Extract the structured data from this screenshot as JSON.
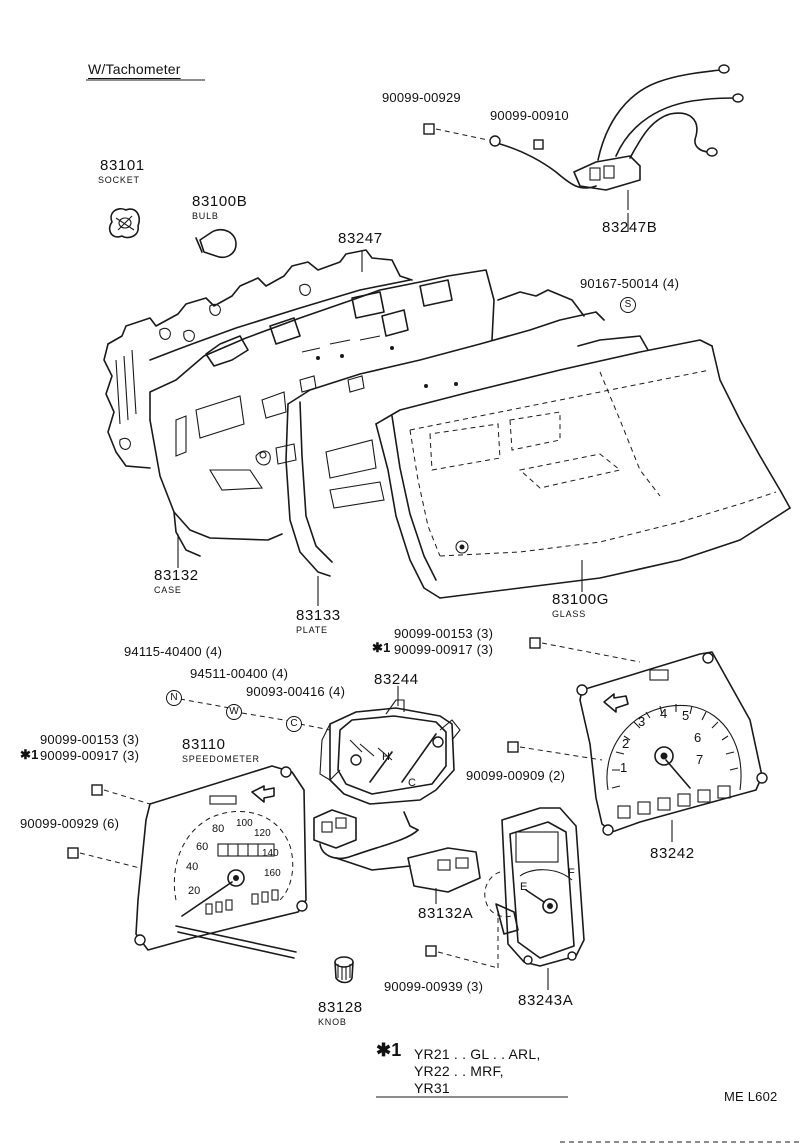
{
  "title": "W/Tachometer",
  "footer_code": "ME L602",
  "parts": {
    "socket": {
      "number": "83101",
      "name": "SOCKET"
    },
    "bulb": {
      "number": "83100B",
      "name": "BULB"
    },
    "printed_circuit": {
      "number": "83247"
    },
    "harness": {
      "number": "83247B"
    },
    "screw_top_left": {
      "number": "90099-00929"
    },
    "screw_top_right": {
      "number": "90099-00910"
    },
    "glass_screw": {
      "number": "90167-50014 (4)",
      "symbol": "S"
    },
    "case": {
      "number": "83132",
      "name": "CASE"
    },
    "plate": {
      "number": "83133",
      "name": "PLATE"
    },
    "glass": {
      "number": "83100G",
      "name": "GLASS"
    },
    "tach_screw_a": {
      "number": "90099-00153 (3)"
    },
    "tach_screw_b": {
      "prefix": "✱1",
      "number": "90099-00917 (3)"
    },
    "nut_n": {
      "number": "94115-40400 (4)",
      "symbol": "N"
    },
    "washer_w": {
      "number": "94511-00400 (4)",
      "symbol": "W"
    },
    "clip_c": {
      "number": "90093-00416 (4)",
      "symbol": "C"
    },
    "gauge_a": {
      "number": "83244"
    },
    "speedo_screw_a": {
      "number": "90099-00153 (3)"
    },
    "speedo_screw_b": {
      "prefix": "✱1",
      "number": "90099-00917 (3)"
    },
    "speedometer": {
      "number": "83110",
      "name": "SPEEDOMETER"
    },
    "speedo_screw_c": {
      "number": "90099-00929 (6)"
    },
    "tach_screw_c": {
      "number": "90099-00909 (2)"
    },
    "tachometer": {
      "number": "83242"
    },
    "connector": {
      "number": "83132A"
    },
    "fuel_screw": {
      "number": "90099-00939 (3)"
    },
    "fuel_gauge": {
      "number": "83243A"
    },
    "knob": {
      "number": "83128",
      "name": "KNOB"
    }
  },
  "dial_text": {
    "speedo": [
      "20",
      "40",
      "60",
      "80",
      "100",
      "120",
      "140",
      "160"
    ],
    "tach": [
      "1",
      "2",
      "3",
      "4",
      "5",
      "6",
      "7"
    ],
    "fuel": [
      "E",
      "F"
    ],
    "temp": [
      "C",
      "H"
    ]
  },
  "footnote": {
    "mark": "✱1",
    "lines": [
      "YR21 . . GL . . ARL,",
      "YR22 . . MRF,",
      "YR31"
    ]
  }
}
